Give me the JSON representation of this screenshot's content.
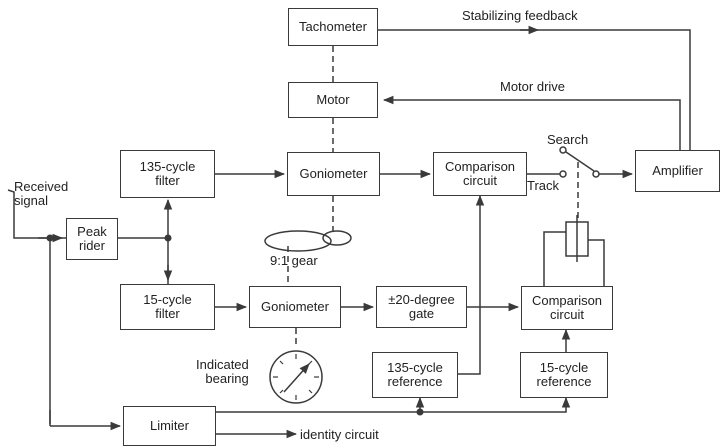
{
  "blocks": {
    "tachometer": "Tachometer",
    "motor": "Motor",
    "goniometer_top": "Goniometer",
    "comparison_top": "Comparison\ncircuit",
    "amplifier": "Amplifier",
    "filter_135": "135-cycle\nfilter",
    "peak_rider": "Peak\nrider",
    "filter_15": "15-cycle\nfilter",
    "goniometer_bottom": "Goniometer",
    "gate": "±20-degree\ngate",
    "comparison_bottom": "Comparison\ncircuit",
    "reference_135": "135-cycle\nreference",
    "reference_15": "15-cycle\nreference",
    "limiter": "Limiter"
  },
  "labels": {
    "stabilizing_feedback": "Stabilizing feedback",
    "motor_drive": "Motor drive",
    "search": "Search",
    "track": "Track",
    "received_signal": "Received\nsignal",
    "gear": "9:1 gear",
    "indicated_bearing": "Indicated\nbearing",
    "identity_circuit": "identity circuit"
  }
}
